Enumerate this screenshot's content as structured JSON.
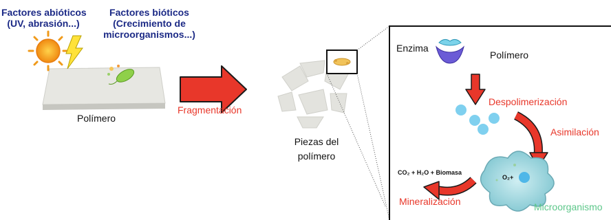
{
  "abiotic_label": [
    "Factores abióticos",
    "(UV, abrasión...)"
  ],
  "biotic_label": [
    "Factores bióticos",
    "(Crecimiento de",
    "microorganismos...)"
  ],
  "polymer_label": "Polímero",
  "fragmentation_label": "Fragmentación",
  "pieces_label": [
    "Piezas del",
    "polímero"
  ],
  "zoom_panel": {
    "enzyme_label": "Enzima",
    "polymer_label": "Polímero",
    "depolymerization_label": "Despolimerización",
    "assimilation_label": "Asimilación",
    "products_label": "CO₂ + H₂O + Biomasa",
    "oxygen_label": "O₂+",
    "mineralization_label": "Mineralización",
    "microorganism_label": "Microorganismo"
  },
  "colors": {
    "factor_text": "#1c2a86",
    "process_text": "#e8372a",
    "microorganism_text": "#5dc78a",
    "arrow_fill": "#e8372a",
    "polymer_sheet": "#e7e7e2",
    "droplet": "#7fd0ef",
    "enzyme": "#6b5bd6"
  }
}
